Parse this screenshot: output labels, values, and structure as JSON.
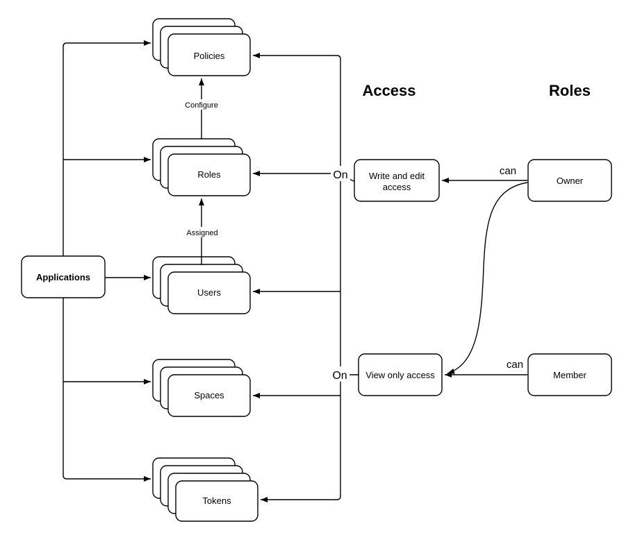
{
  "headers": {
    "access": "Access",
    "roles": "Roles"
  },
  "nodes": {
    "applications": "Applications",
    "policies": "Policies",
    "roles": "Roles",
    "users": "Users",
    "spaces": "Spaces",
    "tokens": "Tokens",
    "write_access": {
      "lines": [
        "Write and edit",
        "access"
      ]
    },
    "view_access": "View only access",
    "owner": "Owner",
    "member": "Member"
  },
  "edge_labels": {
    "configure": "Configure",
    "assigned": "Assigned",
    "on_write": "On",
    "on_view": "On",
    "can_owner": "can",
    "can_member": "can"
  },
  "colors": {
    "stroke": "#000000",
    "node_fill": "#ffffff",
    "background": "#ffffff",
    "text": "#000000"
  }
}
